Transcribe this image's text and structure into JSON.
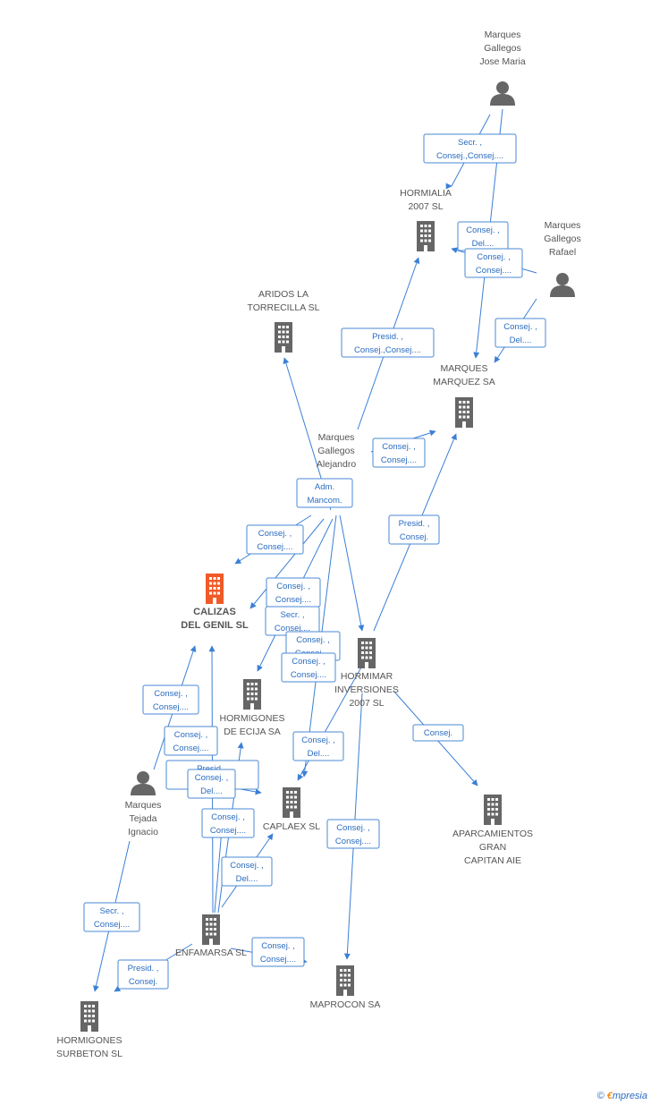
{
  "colors": {
    "accent": "#3b7fd6",
    "icon": "#666666",
    "focus": "#f05a28",
    "text": "#555555"
  },
  "nodes": [
    {
      "id": "mgjm",
      "type": "person",
      "lines": [
        "Marques",
        "Gallegos",
        "Jose Maria"
      ]
    },
    {
      "id": "hormialia",
      "type": "company",
      "lines": [
        "HORMIALIA",
        "2007 SL"
      ]
    },
    {
      "id": "mgr",
      "type": "person",
      "lines": [
        "Marques",
        "Gallegos",
        "Rafael"
      ]
    },
    {
      "id": "aridos",
      "type": "company",
      "lines": [
        "ARIDOS LA",
        "TORRECILLA SL"
      ]
    },
    {
      "id": "marquez",
      "type": "company",
      "lines": [
        "MARQUES",
        "MARQUEZ SA"
      ]
    },
    {
      "id": "mga",
      "type": "person",
      "lines": [
        "Marques",
        "Gallegos",
        "Alejandro"
      ]
    },
    {
      "id": "calizas",
      "type": "company",
      "focus": true,
      "lines": [
        "CALIZAS",
        "DEL GENIL SL"
      ]
    },
    {
      "id": "hormimar",
      "type": "company",
      "lines": [
        "HORMIMAR",
        "INVERSIONES",
        "2007 SL"
      ]
    },
    {
      "id": "ecija",
      "type": "company",
      "lines": [
        "HORMIGONES",
        "DE ECIJA SA"
      ]
    },
    {
      "id": "mti",
      "type": "person",
      "lines": [
        "Marques",
        "Tejada",
        "Ignacio"
      ]
    },
    {
      "id": "caplaex",
      "type": "company",
      "lines": [
        "CAPLAEX SL"
      ]
    },
    {
      "id": "aparc",
      "type": "company",
      "lines": [
        "APARCAMIENTOS",
        "GRAN",
        "CAPITAN AIE"
      ]
    },
    {
      "id": "enfamarsa",
      "type": "company",
      "lines": [
        "ENFAMARSA SL"
      ]
    },
    {
      "id": "maprocon",
      "type": "company",
      "lines": [
        "MAPROCON SA"
      ]
    },
    {
      "id": "surbeton",
      "type": "company",
      "lines": [
        "HORMIGONES",
        "SURBETON SL"
      ]
    }
  ],
  "edges": [
    {
      "id": "e1",
      "lines": [
        "Secr. ,",
        "Consej.,Consej...."
      ]
    },
    {
      "id": "e2",
      "lines": [
        "Consej. ,",
        "Del...."
      ]
    },
    {
      "id": "e3",
      "lines": [
        "Consej. ,",
        "Consej...."
      ]
    },
    {
      "id": "e4",
      "lines": [
        "Consej. ,",
        "Del...."
      ]
    },
    {
      "id": "e5",
      "lines": [
        "Presid. ,",
        "Consej.,Consej...."
      ]
    },
    {
      "id": "e6",
      "lines": [
        "Consej. ,",
        "Consej...."
      ]
    },
    {
      "id": "e7",
      "lines": [
        "Adm.",
        "Mancom."
      ]
    },
    {
      "id": "e8",
      "lines": [
        "Consej. ,",
        "Consej...."
      ]
    },
    {
      "id": "e9",
      "lines": [
        "Presid. ,",
        "Consej."
      ]
    },
    {
      "id": "e10",
      "lines": [
        "Consej. ,",
        "Consej...."
      ]
    },
    {
      "id": "e11",
      "lines": [
        "Secr. ,",
        "Consej...."
      ]
    },
    {
      "id": "e12",
      "lines": [
        "Consej. ,",
        "Consej...."
      ]
    },
    {
      "id": "e13",
      "lines": [
        "Consej. ,",
        "Consej...."
      ]
    },
    {
      "id": "e14",
      "lines": [
        "Consej. ,",
        "Consej...."
      ]
    },
    {
      "id": "e15",
      "lines": [
        "Consej. ,",
        "Consej...."
      ]
    },
    {
      "id": "e16",
      "lines": [
        "Consej. ,",
        "Del...."
      ]
    },
    {
      "id": "e17",
      "lines": [
        "Presid. ,",
        "Consej...."
      ]
    },
    {
      "id": "e18",
      "lines": [
        "Consej. ,",
        "Del...."
      ]
    },
    {
      "id": "e19",
      "lines": [
        "Consej.",
        ""
      ]
    },
    {
      "id": "e20",
      "lines": [
        "Consej. ,",
        "Consej...."
      ]
    },
    {
      "id": "e21",
      "lines": [
        "Consej. ,",
        "Consej...."
      ]
    },
    {
      "id": "e22",
      "lines": [
        "Consej. ,",
        "Del...."
      ]
    },
    {
      "id": "e23",
      "lines": [
        "Secr. ,",
        "Consej...."
      ]
    },
    {
      "id": "e24",
      "lines": [
        "Presid. ,",
        "Consej."
      ]
    },
    {
      "id": "e25",
      "lines": [
        "Consej. ,",
        "Consej...."
      ]
    }
  ],
  "footer": {
    "copyright": "©",
    "brand_initial": "€",
    "brand_rest": "mpresia"
  }
}
